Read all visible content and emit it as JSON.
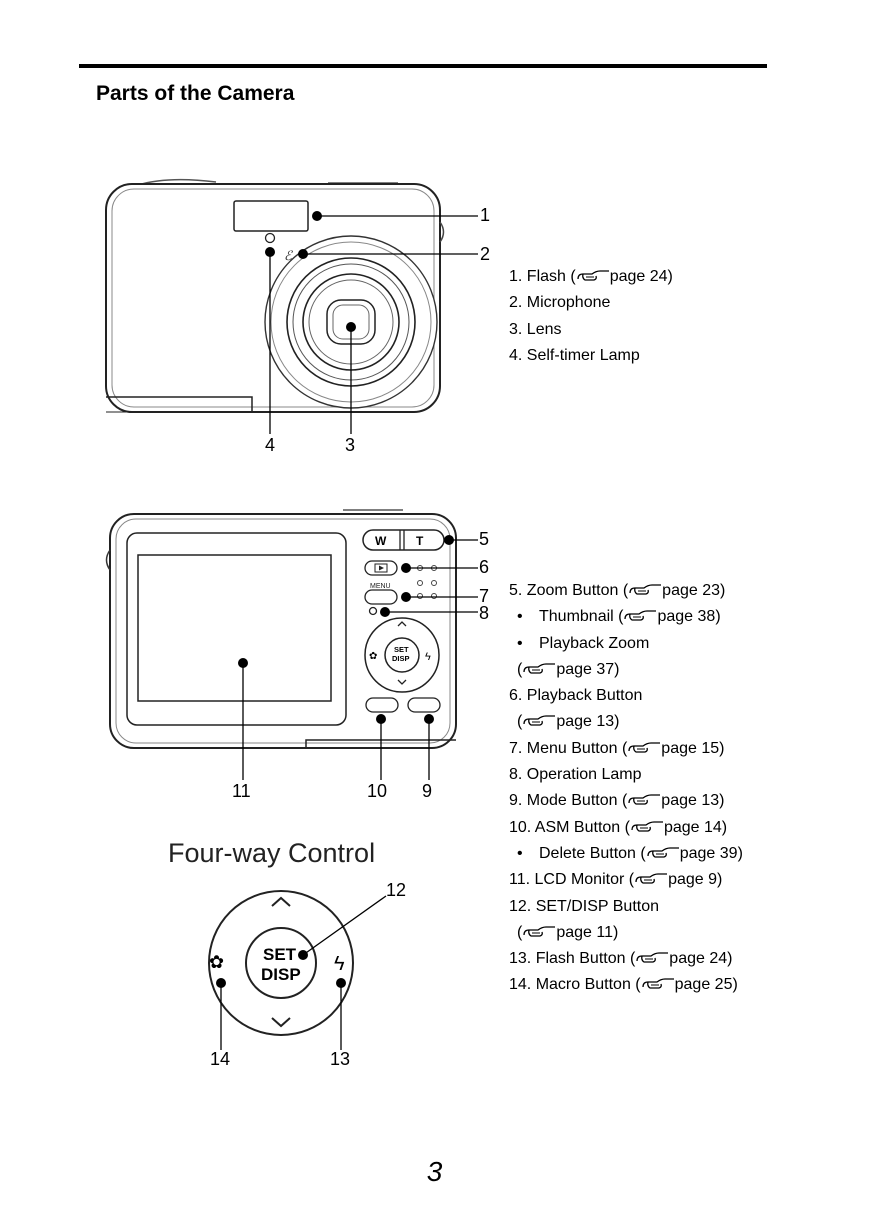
{
  "page": {
    "title": "Parts of the Camera",
    "page_number": "3"
  },
  "front_figure": {
    "callouts": [
      "1",
      "2",
      "3",
      "4"
    ]
  },
  "front_parts": [
    {
      "text": "1. Flash (",
      "page": "page 24)"
    },
    {
      "text": "2. Microphone"
    },
    {
      "text": "3. Lens"
    },
    {
      "text": "4. Self-timer Lamp"
    }
  ],
  "back_figure": {
    "callouts": [
      "5",
      "6",
      "7",
      "8",
      "9",
      "10",
      "11"
    ],
    "zoom_w": "W",
    "zoom_t": "T",
    "menu_label": "MENU",
    "dial_set": "SET",
    "dial_disp": "DISP"
  },
  "four_way": {
    "heading": "Four-way Control",
    "callouts": [
      "12",
      "13",
      "14"
    ],
    "set": "SET",
    "disp": "DISP"
  },
  "back_parts": [
    {
      "text": "5. Zoom Button (",
      "page": "page 23)"
    },
    {
      "bullet": "•",
      "text": "Thumbnail (",
      "page": "page 38)"
    },
    {
      "bullet": "•",
      "text": "Playback Zoom"
    },
    {
      "indent": true,
      "text": "(",
      "page": "page 37)"
    },
    {
      "text": "6. Playback Button"
    },
    {
      "indent": true,
      "text": "(",
      "page": "page 13)"
    },
    {
      "text": "7. Menu Button (",
      "page": "page 15)"
    },
    {
      "text": "8. Operation Lamp"
    },
    {
      "text": "9. Mode Button (",
      "page": "page 13)"
    },
    {
      "text": "10. ASM Button (",
      "page": "page 14)"
    },
    {
      "bullet": "•",
      "text": "Delete Button (",
      "page": "page 39)"
    },
    {
      "text": "11. LCD Monitor (",
      "page": "page 9)"
    },
    {
      "text": "12. SET/DISP Button"
    },
    {
      "indent": true,
      "text": "(",
      "page": "page 11)"
    },
    {
      "text": "13. Flash Button (",
      "page": "page 24)"
    },
    {
      "text": "14. Macro Button (",
      "page": "page 25)"
    }
  ]
}
